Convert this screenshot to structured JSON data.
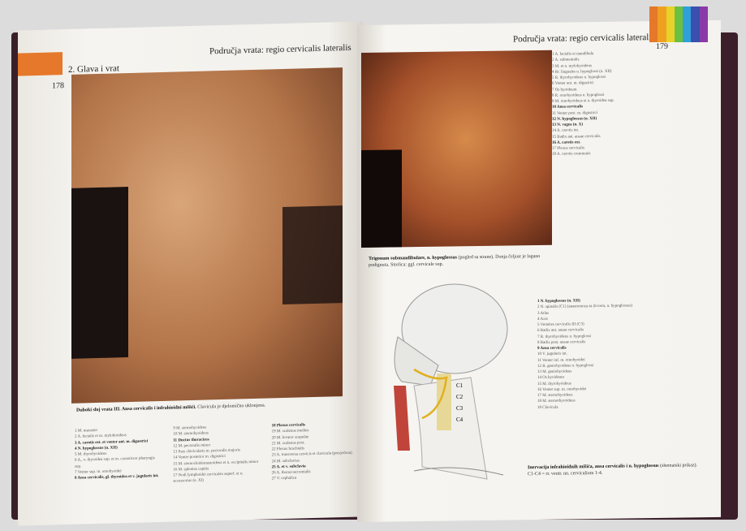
{
  "left_page": {
    "chapter": "2. Glava i vrat",
    "running_title": "Područja vrata: regio cervicalis lateralis",
    "page_number": "178",
    "caption_bold": "Duboki sloj vrata III. Ansa cervicalis i infrahioidni mišići.",
    "caption_rest": " Clavicula je djelomično uklonjena.",
    "legend": [
      {
        "n": "1",
        "t": "M. masseter"
      },
      {
        "n": "2",
        "t": "A. facialis et m. mylohioideus"
      },
      {
        "n": "3",
        "t": "A. carotis ext. et venter ant. m. digastrici",
        "b": true
      },
      {
        "n": "4",
        "t": "N. hypoglossus (n. XII)",
        "b": true
      },
      {
        "n": "5",
        "t": "M. thyrohyoideus"
      },
      {
        "n": "6",
        "t": "A., v. thyroidea sup. et m. constrictor pharyngis sup."
      },
      {
        "n": "7",
        "t": "Venter sup. m. omohyoidei"
      },
      {
        "n": "8",
        "t": "Ansa cervicalis, gl. thyroidea et v. jugularis int.",
        "b": true
      },
      {
        "n": "9",
        "t": "M. sternohyoideus"
      },
      {
        "n": "10",
        "t": "M. sternohyoideus"
      },
      {
        "n": "11",
        "t": "Ductus thoracicus",
        "b": true
      },
      {
        "n": "12",
        "t": "M. pectoralis minor"
      },
      {
        "n": "13",
        "t": "Pars clavicularis m. pectoralis majoris"
      },
      {
        "n": "14",
        "t": "Venter posterior m. digastrici"
      },
      {
        "n": "15",
        "t": "M. sternocleidomastoideus et n. occipitalis minor"
      },
      {
        "n": "16",
        "t": "M. splenius capitis"
      },
      {
        "n": "17",
        "t": "Nodi lymphoidei cervicales superf. et n. accessorius (n. XI)"
      },
      {
        "n": "18",
        "t": "Plexus cervicalis",
        "b": true
      },
      {
        "n": "19",
        "t": "M. scalenus medius"
      },
      {
        "n": "20",
        "t": "M. levator scapulae"
      },
      {
        "n": "21",
        "t": "M. scalenus post."
      },
      {
        "n": "22",
        "t": "Plexus brachialis"
      },
      {
        "n": "23",
        "t": "A. transversa cervicis et clavicula (presječena)"
      },
      {
        "n": "24",
        "t": "M. subclavius"
      },
      {
        "n": "25",
        "t": "A. et v. subclavia",
        "b": true
      },
      {
        "n": "26",
        "t": "A. thoracoacromialis"
      },
      {
        "n": "27",
        "t": "V. cephalica"
      }
    ]
  },
  "right_page": {
    "running_title": "Područja vrata: regio cervicalis lateralis",
    "page_number": "179",
    "caption1_bold": "Trigonum submandibulare, n. hypoglossus",
    "caption1_rest": " (pogled sa strane). Donja čeljust je lagano podignuta. Strelica: ggl. cervicale sup.",
    "legend1": [
      {
        "n": "1",
        "t": "A. facialis et mandibula"
      },
      {
        "n": "2",
        "t": "A. submentalis"
      },
      {
        "n": "3",
        "t": "M. et n. mylohyoideus"
      },
      {
        "n": "4",
        "t": "Rr. linguales n. hypoglossi (n. XII)"
      },
      {
        "n": "5",
        "t": "R. thyrohyoideus n. hypoglossi"
      },
      {
        "n": "6",
        "t": "Venter ant. m. digastrici"
      },
      {
        "n": "7",
        "t": "Os hyoideum"
      },
      {
        "n": "8",
        "t": "R. omohyoideus n. hypoglossi"
      },
      {
        "n": "9",
        "t": "M. omohyoideus et a. thyroidea sup."
      },
      {
        "n": "10",
        "t": "Ansa cervicalis",
        "b": true
      },
      {
        "n": "11",
        "t": "Venter post. m. digastrici"
      },
      {
        "n": "12",
        "t": "N. hypoglossus (n. XII)",
        "b": true
      },
      {
        "n": "13",
        "t": "N. vagus (n. X)",
        "b": true
      },
      {
        "n": "14",
        "t": "A. carotis int."
      },
      {
        "n": "15",
        "t": "Radix ant. ansae cervicalis"
      },
      {
        "n": "16",
        "t": "A. carotis ext.",
        "b": true
      },
      {
        "n": "17",
        "t": "Plexus cervicalis"
      },
      {
        "n": "18",
        "t": "A. carotis communis"
      }
    ],
    "caption2_bold": "Inervacija infrahioidnih mišića, ansa cervicalis i n. hypoglossus",
    "caption2_rest": " (shematski prikaz).",
    "caption2_line2": "C1-C4 = rr. ventr. nn. cervicalium 1-4.",
    "legend2": [
      {
        "n": "1",
        "t": "N. hypoglossus (n. XII)",
        "b": true
      },
      {
        "n": "2",
        "t": "N. spinalis (C1) (anastomoza sa živcem, n. hypoglossus)"
      },
      {
        "n": "3",
        "t": "Atlas"
      },
      {
        "n": "4",
        "t": "Axis"
      },
      {
        "n": "5",
        "t": "Vertebra cervicalis III (C3)"
      },
      {
        "n": "6",
        "t": "Radix ant. ansae cervicalis"
      },
      {
        "n": "7",
        "t": "R. thyrohyoideus n. hypoglossi"
      },
      {
        "n": "8",
        "t": "Radix post. ansae cervicalis"
      },
      {
        "n": "9",
        "t": "Ansa cervicalis",
        "b": true
      },
      {
        "n": "10",
        "t": "V. jugularis int."
      },
      {
        "n": "11",
        "t": "Venter inf. m. omohyoidei"
      },
      {
        "n": "12",
        "t": "R. geniohyoideus n. hypoglossi"
      },
      {
        "n": "13",
        "t": "M. geniohyoideus"
      },
      {
        "n": "14",
        "t": "Os hyoideum"
      },
      {
        "n": "15",
        "t": "M. thyrohyoideus"
      },
      {
        "n": "16",
        "t": "Venter sup. m. omohyoidei"
      },
      {
        "n": "17",
        "t": "M. sternohyoideus"
      },
      {
        "n": "18",
        "t": "M. sternothyroideus"
      },
      {
        "n": "19",
        "t": "Clavicula"
      }
    ],
    "diagram_labels": [
      "C1",
      "C2",
      "C3",
      "C4"
    ]
  },
  "colors": {
    "tab": "#e5782a",
    "spectrum": [
      "#e5782a",
      "#f0a020",
      "#e8d22a",
      "#6cbf3f",
      "#2fa0d8",
      "#3a4fb0",
      "#8a3aa8"
    ]
  }
}
